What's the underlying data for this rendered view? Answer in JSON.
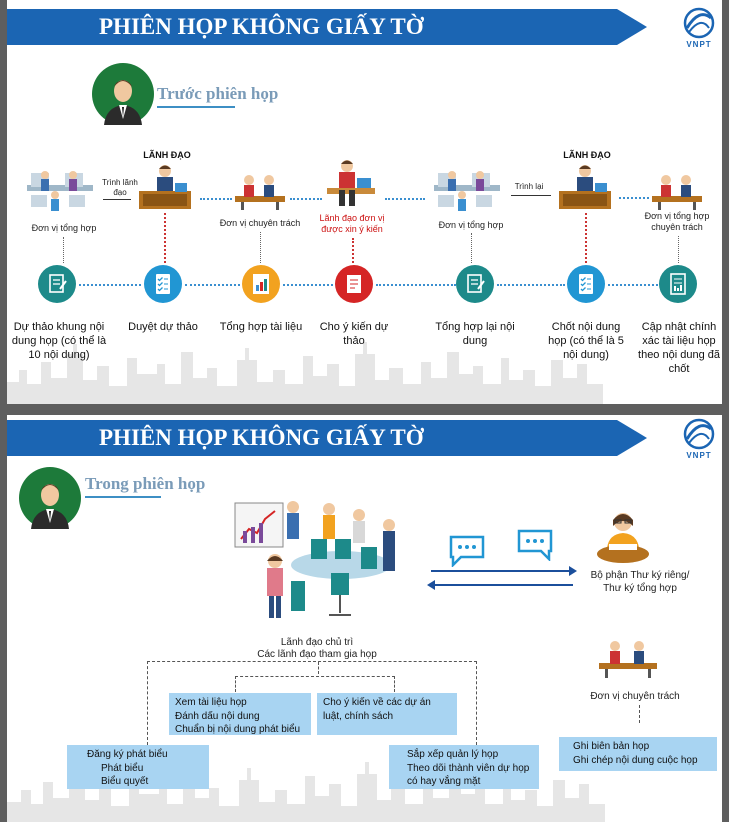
{
  "brand": "VNPT",
  "slide1": {
    "banner": "PHIÊN HỌP KHÔNG GIẤY TỜ",
    "section_title": "Trước phiên họp",
    "top": {
      "leader_1": "LÃNH ĐẠO",
      "leader_2": "LÃNH ĐẠO",
      "unit_1": "Đơn vị tổng hợp",
      "submit_1": "Trình lãnh đạo",
      "unit_2": "Đơn vị chuyên trách",
      "unit_3": "Lãnh đạo đơn vị được xin ý kiến",
      "unit_4": "Đơn vị tổng hợp",
      "submit_2": "Trình lại",
      "unit_5": "Đơn vị tổng hợp chuyên trách"
    },
    "steps": [
      "Dự thảo khung nội dung họp (có thể là 10 nội dung)",
      "Duyệt dự thảo",
      "Tổng hợp tài liệu",
      "Cho ý kiến dự thảo",
      "Tổng hợp lại nội dung",
      "Chốt nội dung họp (có thể là 5 nội dung)",
      "Cập nhật chính xác tài liệu họp theo nội dung đã chốt"
    ]
  },
  "slide2": {
    "banner": "PHIÊN HỌP KHÔNG GIẤY TỜ",
    "section_title": "Trong phiên họp",
    "meeting_caption_1": "Lãnh đạo chủ trì",
    "meeting_caption_2": "Các lãnh đạo tham gia họp",
    "secretary_1": "Bộ phận Thư ký riêng/",
    "secretary_2": "Thư ký tổng hợp",
    "specialized_unit": "Đơn vị chuyên trách",
    "box_a": [
      "Xem tài liệu họp",
      "Đánh dấu nội dung",
      "Chuẩn bị nội dung phát biểu"
    ],
    "box_b": [
      "Cho ý kiến về các dự án luật, chính sách"
    ],
    "box_c": [
      "Đăng ký phát biểu",
      "Phát biểu",
      "Biểu quyết"
    ],
    "box_d": [
      "Sắp xếp quản lý họp",
      "Theo dõi thành viên dự họp có hay vắng mặt"
    ],
    "box_e": [
      "Ghi biên bản họp",
      "Ghi chép nội dung cuộc họp"
    ]
  },
  "colors": {
    "banner": "#1b65b3",
    "accent_blue": "#3a8fd0",
    "circle_teal": "#1d8a8a",
    "circle_blue": "#2196d3",
    "circle_orange": "#f2a21f",
    "circle_red": "#d52525",
    "box_fill": "#a8d4f2",
    "leader_red": "#cc1111"
  }
}
